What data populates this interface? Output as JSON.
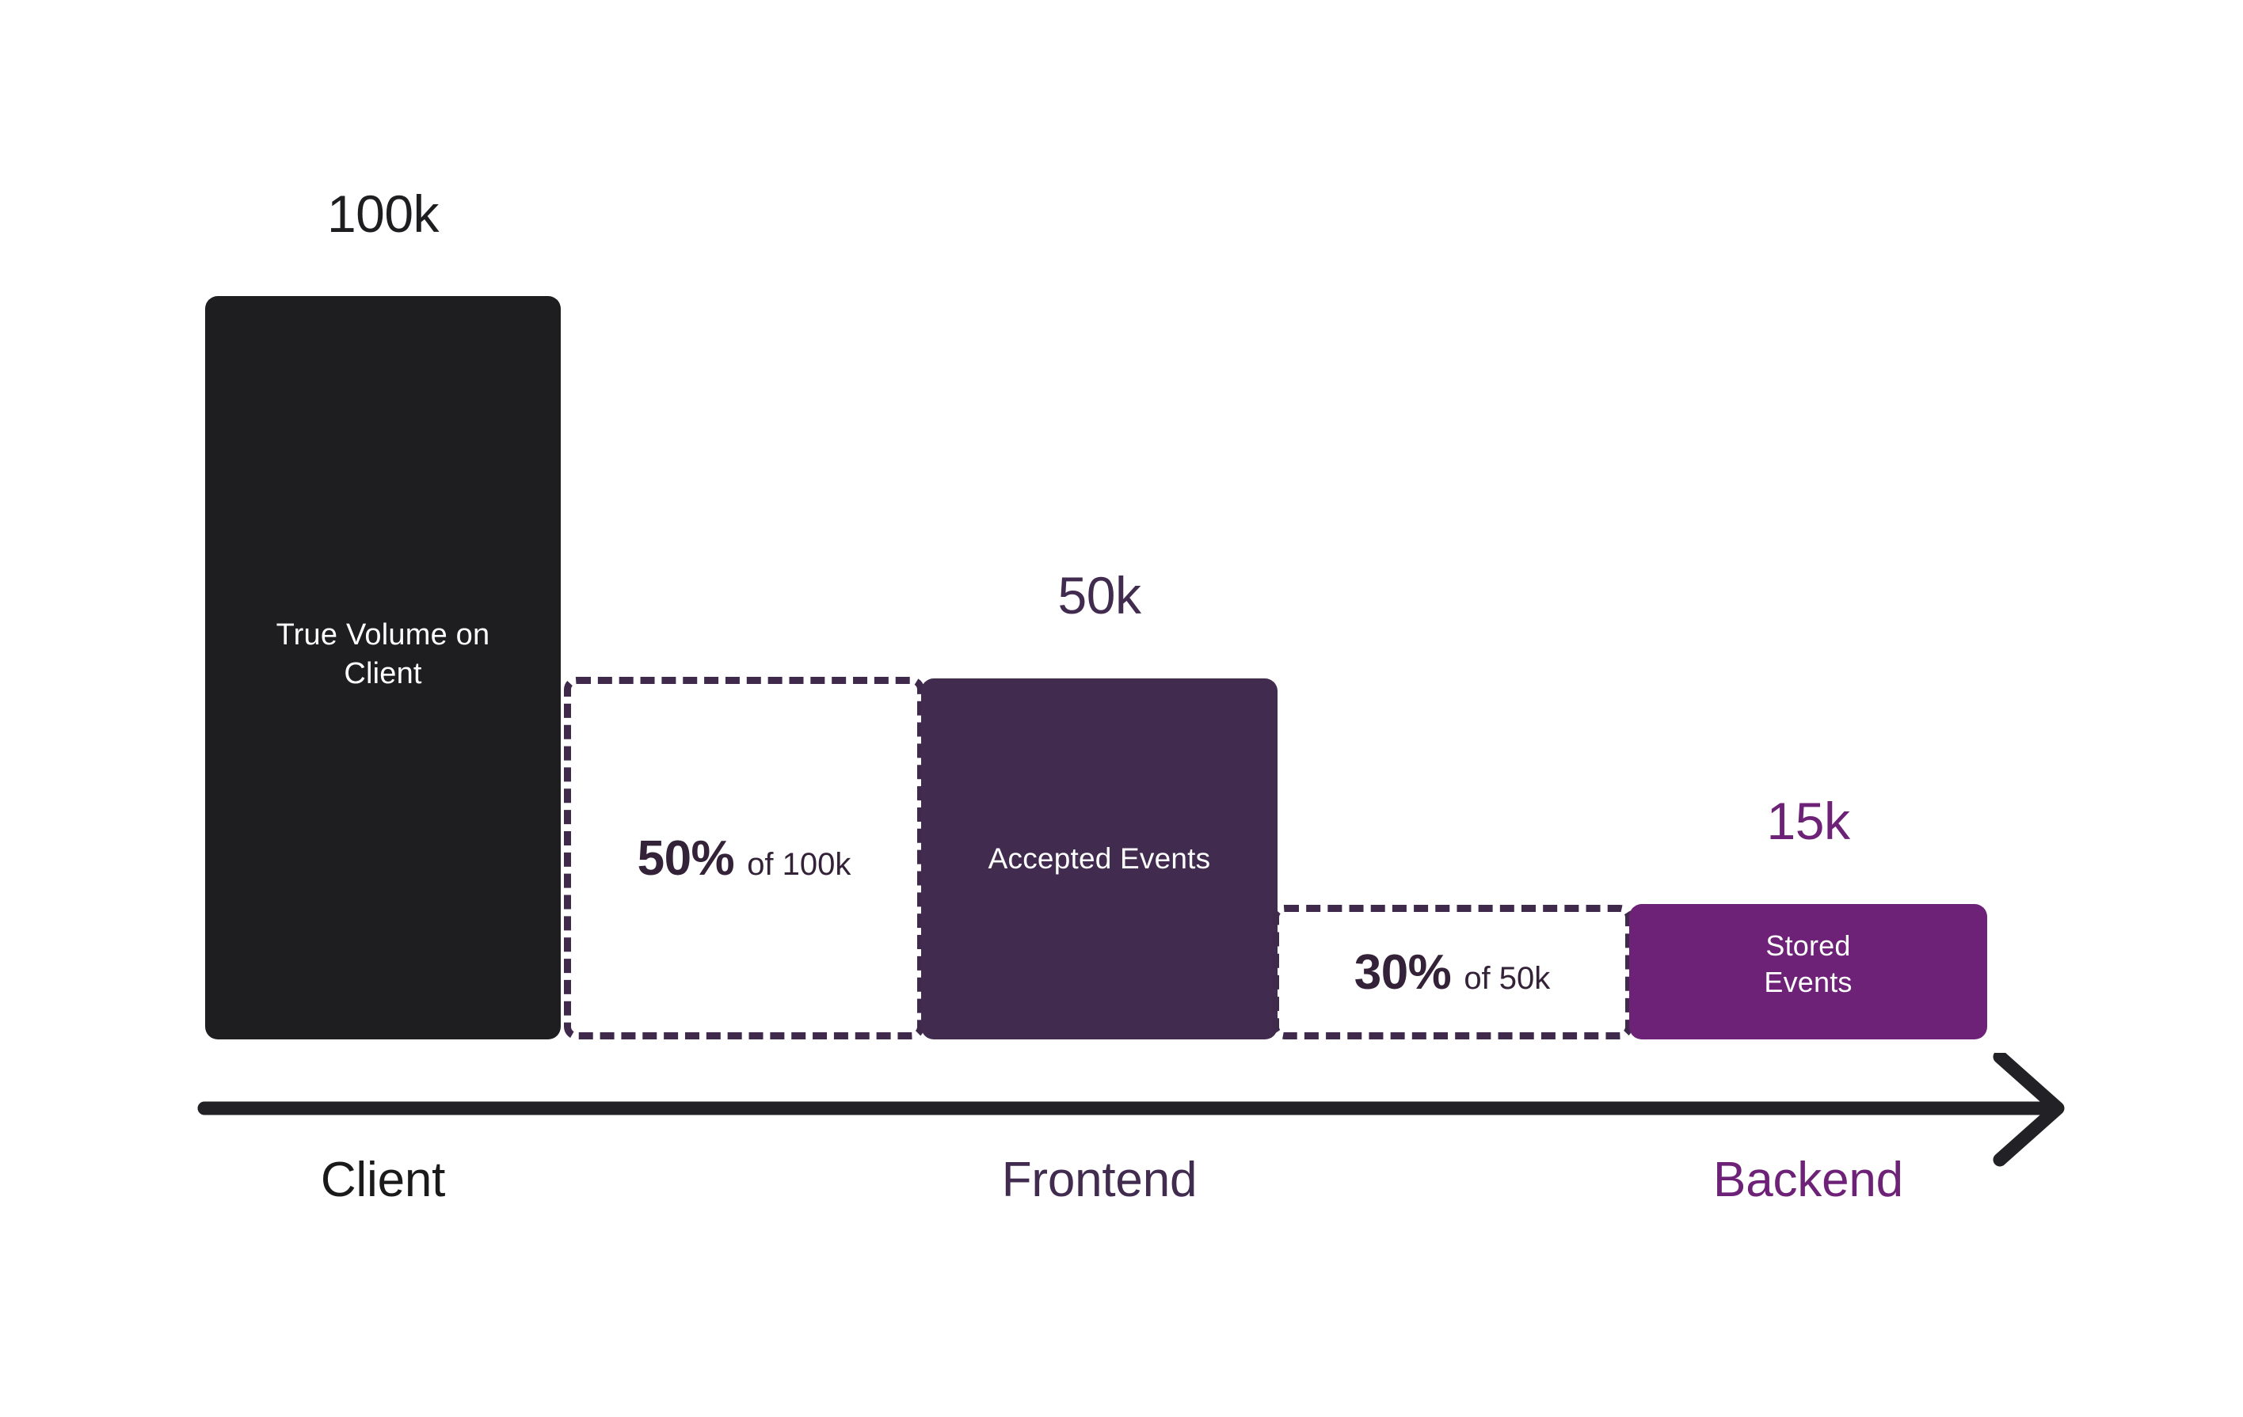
{
  "chart_data": {
    "type": "bar",
    "title": "",
    "subtitle": "",
    "xlabel": "",
    "ylabel": "",
    "grid": false,
    "legend": "none",
    "categories": [
      "Client",
      "Frontend",
      "Backend"
    ],
    "values": [
      100000,
      50000,
      15000
    ],
    "value_labels": [
      "100k",
      "50k",
      "15k"
    ],
    "bar_labels": [
      "True Volume on\nClient",
      "Accepted Events",
      "Stored\nEvents"
    ],
    "drops": [
      {
        "percent": "50%",
        "of": "of 100k",
        "from": "Client",
        "to": "Frontend",
        "retained": 50
      },
      {
        "percent": "30%",
        "of": "of 50k",
        "from": "Frontend",
        "to": "Backend",
        "retained": 30
      }
    ],
    "colors": {
      "client_bar": "#1e1e20",
      "frontend_bar": "#412b4f",
      "backend_bar": "#6d2177",
      "drop_border": "#3f2a4c",
      "drop_text": "#342338",
      "axis_arrow": "#222226",
      "background": "#ffffff"
    }
  },
  "bars": [
    {
      "name": "client",
      "value_label": "100k",
      "inside_label": "True Volume on\nClient",
      "stage_label": "Client",
      "color": "#1e1e20"
    },
    {
      "name": "frontend",
      "value_label": "50k",
      "inside_label": "Accepted Events",
      "stage_label": "Frontend",
      "color": "#412b4f"
    },
    {
      "name": "backend",
      "value_label": "15k",
      "inside_label": "Stored\nEvents",
      "stage_label": "Backend",
      "color": "#6d2177"
    }
  ],
  "drop_boxes": [
    {
      "name": "client-to-frontend",
      "percent": "50%",
      "of_text": "of 100k"
    },
    {
      "name": "frontend-to-backend",
      "percent": "30%",
      "of_text": "of 50k"
    }
  ],
  "axis": {
    "arrow_icon": "right-arrow-icon",
    "direction": "left-to-right"
  }
}
